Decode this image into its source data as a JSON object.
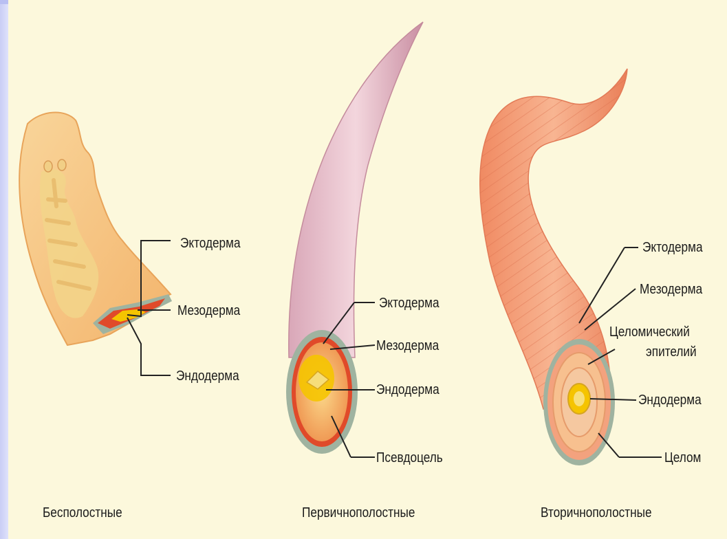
{
  "panels": [
    {
      "caption": "Бесполостные",
      "labels": [
        "Эктодерма",
        "Мезодерма",
        "Эндодерма"
      ]
    },
    {
      "caption": "Первичнополостные",
      "labels": [
        "Эктодерма",
        "Мезодерма",
        "Эндодерма",
        "Псевдоцель"
      ]
    },
    {
      "caption": "Вторичнополостные",
      "labels": [
        "Эктодерма",
        "Мезодерма",
        "Целомический",
        "эпителий",
        "Эндодерма",
        "Целом"
      ]
    }
  ],
  "colors": {
    "background": "#fcf8dc",
    "ectoderm": "#9fb3a0",
    "mesoderm": "#e04a2a",
    "endoderm": "#f5c400",
    "body_flatworm": "#f7c580",
    "body_roundworm": "#e9b9c7",
    "body_annelid": "#f4a07a"
  }
}
